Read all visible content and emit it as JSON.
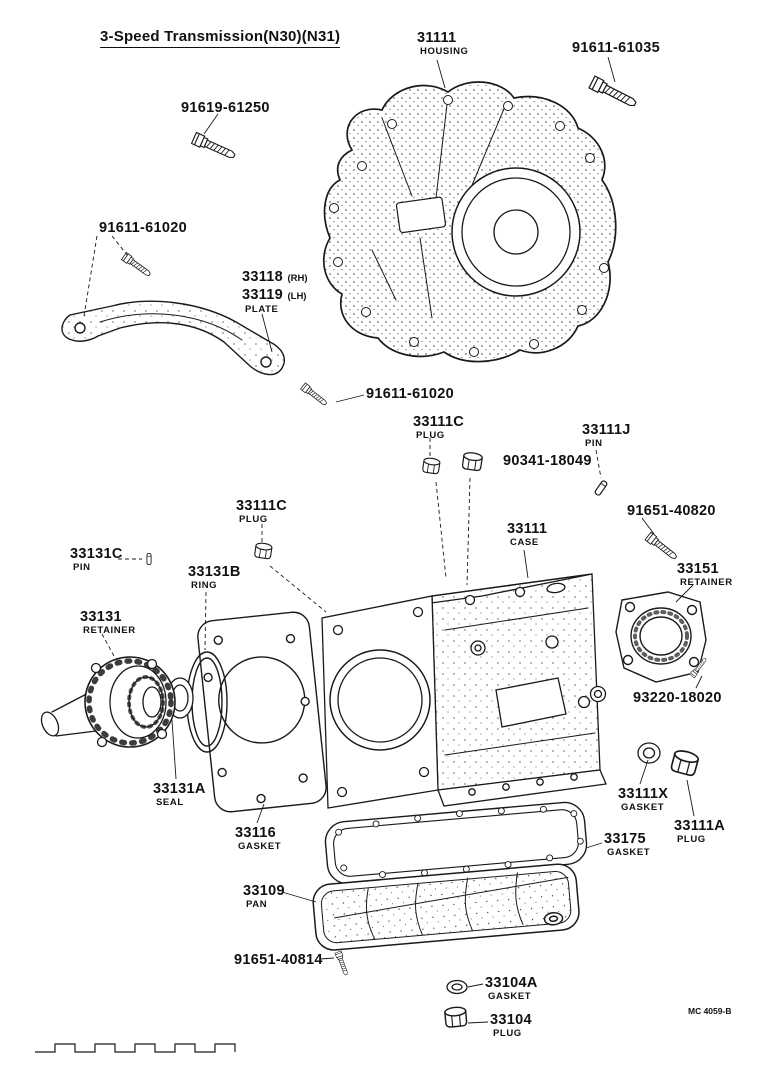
{
  "title": "3-Speed Transmission(N30)(N31)",
  "doc_code": "MC 4059-B",
  "parts": {
    "housing": {
      "num": "31111",
      "name": "HOUSING"
    },
    "bolt_91611_61035": {
      "num": "91611-61035"
    },
    "bolt_91619_61250": {
      "num": "91619-61250"
    },
    "bolt_91611_61020_left": {
      "num": "91611-61020"
    },
    "plate": {
      "num_rh": "33118",
      "rh": "(RH)",
      "num_lh": "33119",
      "lh": "(LH)",
      "name": "PLATE"
    },
    "bolt_91611_61020_mid": {
      "num": "91611-61020"
    },
    "plug_33111c_upper": {
      "num": "33111C",
      "name": "PLUG"
    },
    "plug_90341_18049": {
      "num": "90341-18049"
    },
    "pin_33111j": {
      "num": "33111J",
      "name": "PIN"
    },
    "plug_33111c_lower": {
      "num": "33111C",
      "name": "PLUG"
    },
    "case": {
      "num": "33111",
      "name": "CASE"
    },
    "bolt_91651_40820": {
      "num": "91651-40820"
    },
    "retainer_33151": {
      "num": "33151",
      "name": "RETAINER"
    },
    "pin_33131c": {
      "num": "33131C",
      "name": "PIN"
    },
    "ring_33131b": {
      "num": "33131B",
      "name": "RING"
    },
    "retainer_33131": {
      "num": "33131",
      "name": "RETAINER"
    },
    "bolt_93220_18020": {
      "num": "93220-18020"
    },
    "seal_33131a": {
      "num": "33131A",
      "name": "SEAL"
    },
    "gasket_33116": {
      "num": "33116",
      "name": "GASKET"
    },
    "gasket_33111x": {
      "num": "33111X",
      "name": "GASKET"
    },
    "plug_33111a": {
      "num": "33111A",
      "name": "PLUG"
    },
    "gasket_33175": {
      "num": "33175",
      "name": "GASKET"
    },
    "pan_33109": {
      "num": "33109",
      "name": "PAN"
    },
    "bolt_91651_40814": {
      "num": "91651-40814"
    },
    "gasket_33104a": {
      "num": "33104A",
      "name": "GASKET"
    },
    "plug_33104": {
      "num": "33104",
      "name": "PLUG"
    }
  },
  "colors": {
    "ink": "#1a1a1a",
    "paper": "#ffffff"
  }
}
